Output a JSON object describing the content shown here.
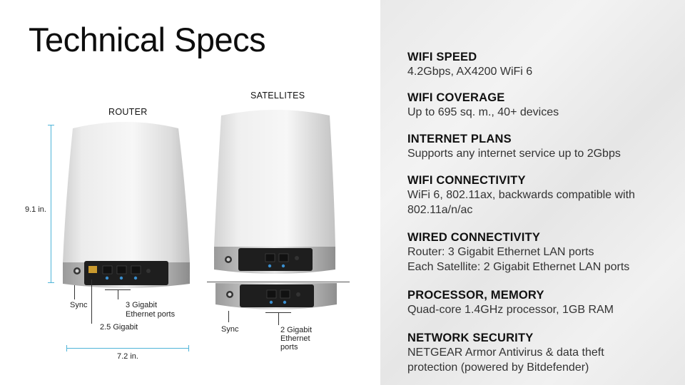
{
  "title": "Technical Specs",
  "diagram": {
    "router_label": "ROUTER",
    "satellites_label": "SATELLITES",
    "height_label": "9.1 in.",
    "width_label": "7.2 in.",
    "router_sync": "Sync",
    "router_gigabit": "2.5 Gigabit",
    "router_ports": [
      "3 Gigabit",
      "Ethernet ports"
    ],
    "sat_sync": "Sync",
    "sat_ports": [
      "2 Gigabit",
      "Ethernet",
      "ports"
    ]
  },
  "specs": [
    {
      "title": "WIFI SPEED",
      "lines": [
        "4.2Gbps, AX4200 WiFi 6"
      ]
    },
    {
      "title": "WIFI COVERAGE",
      "lines": [
        "Up to 695 sq. m., 40+ devices"
      ]
    },
    {
      "title": "INTERNET PLANS",
      "lines": [
        "Supports any internet service up to 2Gbps"
      ]
    },
    {
      "title": "WIFI CONNECTIVITY",
      "lines": [
        "WiFi 6, 802.11ax, backwards compatible with",
        "802.11a/n/ac"
      ]
    },
    {
      "title": "WIRED CONNECTIVITY",
      "lines": [
        "Router: 3 Gigabit Ethernet LAN ports",
        "Each Satellite:  2 Gigabit Ethernet LAN ports"
      ]
    },
    {
      "title": "PROCESSOR, MEMORY",
      "lines": [
        "Quad-core 1.4GHz processor, 1GB RAM"
      ]
    },
    {
      "title": "NETWORK SECURITY",
      "lines": [
        "NETGEAR Armor Antivirus & data theft",
        "protection (powered by Bitdefender)"
      ]
    }
  ]
}
